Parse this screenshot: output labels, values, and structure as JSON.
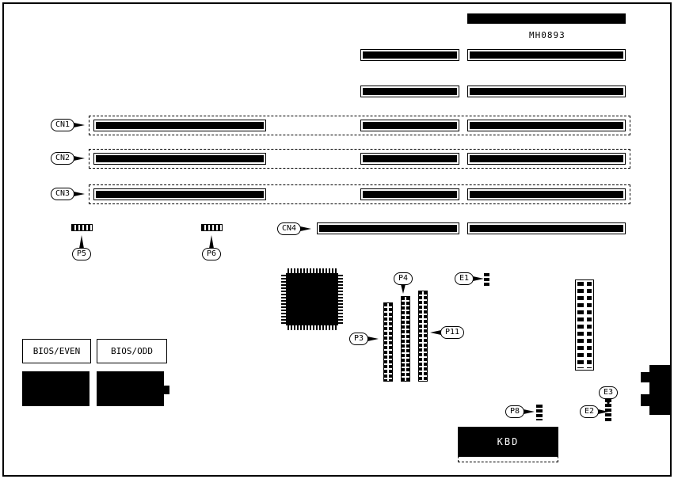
{
  "diagram": {
    "part_number": "MH0893",
    "callouts": {
      "cn1": "CN1",
      "cn2": "CN2",
      "cn3": "CN3",
      "cn4": "CN4",
      "p3": "P3",
      "p4": "P4",
      "p5": "P5",
      "p6": "P6",
      "p8": "P8",
      "p11": "P11",
      "e1": "E1",
      "e2": "E2",
      "e3": "E3"
    },
    "chips": {
      "bios_even": "BIOS/EVEN",
      "bios_odd": "BIOS/ODD",
      "kbd": "KBD"
    },
    "colors": {
      "ink": "#000000",
      "paper": "#ffffff"
    }
  }
}
